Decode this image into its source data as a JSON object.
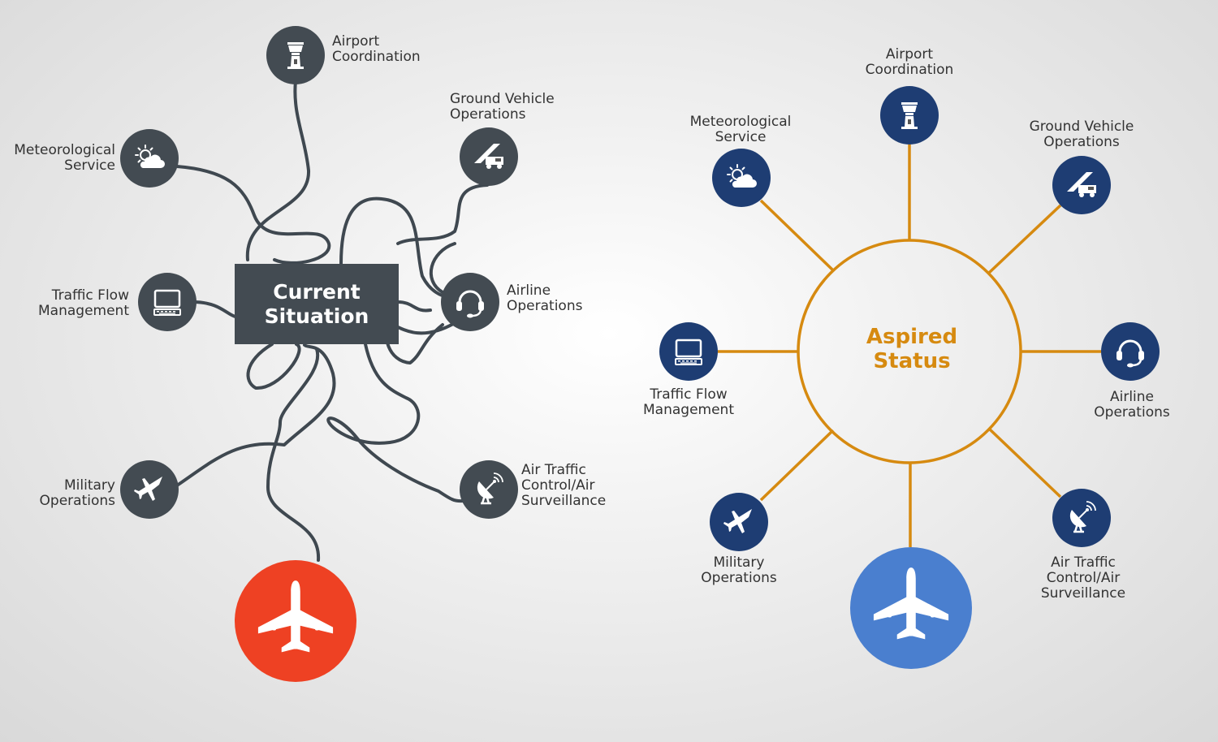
{
  "current": {
    "title": "Current\nSituation",
    "nodes": [
      {
        "id": "airport",
        "label": "Airport\nCoordination",
        "icon": "control-tower-icon"
      },
      {
        "id": "ground",
        "label": "Ground Vehicle\nOperations",
        "icon": "airstair-truck-icon"
      },
      {
        "id": "meteo",
        "label": "Meteorological\nService",
        "icon": "sun-cloud-icon"
      },
      {
        "id": "traffic",
        "label": "Traffic Flow\nManagement",
        "icon": "computer-monitor-icon"
      },
      {
        "id": "airline",
        "label": "Airline\nOperations",
        "icon": "headset-icon"
      },
      {
        "id": "military",
        "label": "Military\nOperations",
        "icon": "fighter-jet-icon"
      },
      {
        "id": "atc",
        "label": "Air Traffic\nControl/Air\nSurveillance",
        "icon": "satellite-dish-icon"
      }
    ],
    "plane_icon": "airplane-icon"
  },
  "aspired": {
    "title": "Aspired\nStatus",
    "nodes": [
      {
        "id": "airport",
        "label": "Airport\nCoordination",
        "icon": "control-tower-icon"
      },
      {
        "id": "meteo",
        "label": "Meteorological\nService",
        "icon": "sun-cloud-icon"
      },
      {
        "id": "ground",
        "label": "Ground Vehicle\nOperations",
        "icon": "airstair-truck-icon"
      },
      {
        "id": "traffic",
        "label": "Traffic Flow\nManagement",
        "icon": "computer-monitor-icon"
      },
      {
        "id": "airline",
        "label": "Airline\nOperations",
        "icon": "headset-icon"
      },
      {
        "id": "military",
        "label": "Military\nOperations",
        "icon": "fighter-jet-icon"
      },
      {
        "id": "atc",
        "label": "Air Traffic\nControl/Air\nSurveillance",
        "icon": "satellite-dish-icon"
      }
    ],
    "plane_icon": "airplane-icon"
  },
  "colors": {
    "current_node": "#434b52",
    "aspired_node": "#1e3d73",
    "current_plane": "#ee4123",
    "aspired_plane": "#4a7fcf",
    "aspired_ring": "#d68a10"
  }
}
